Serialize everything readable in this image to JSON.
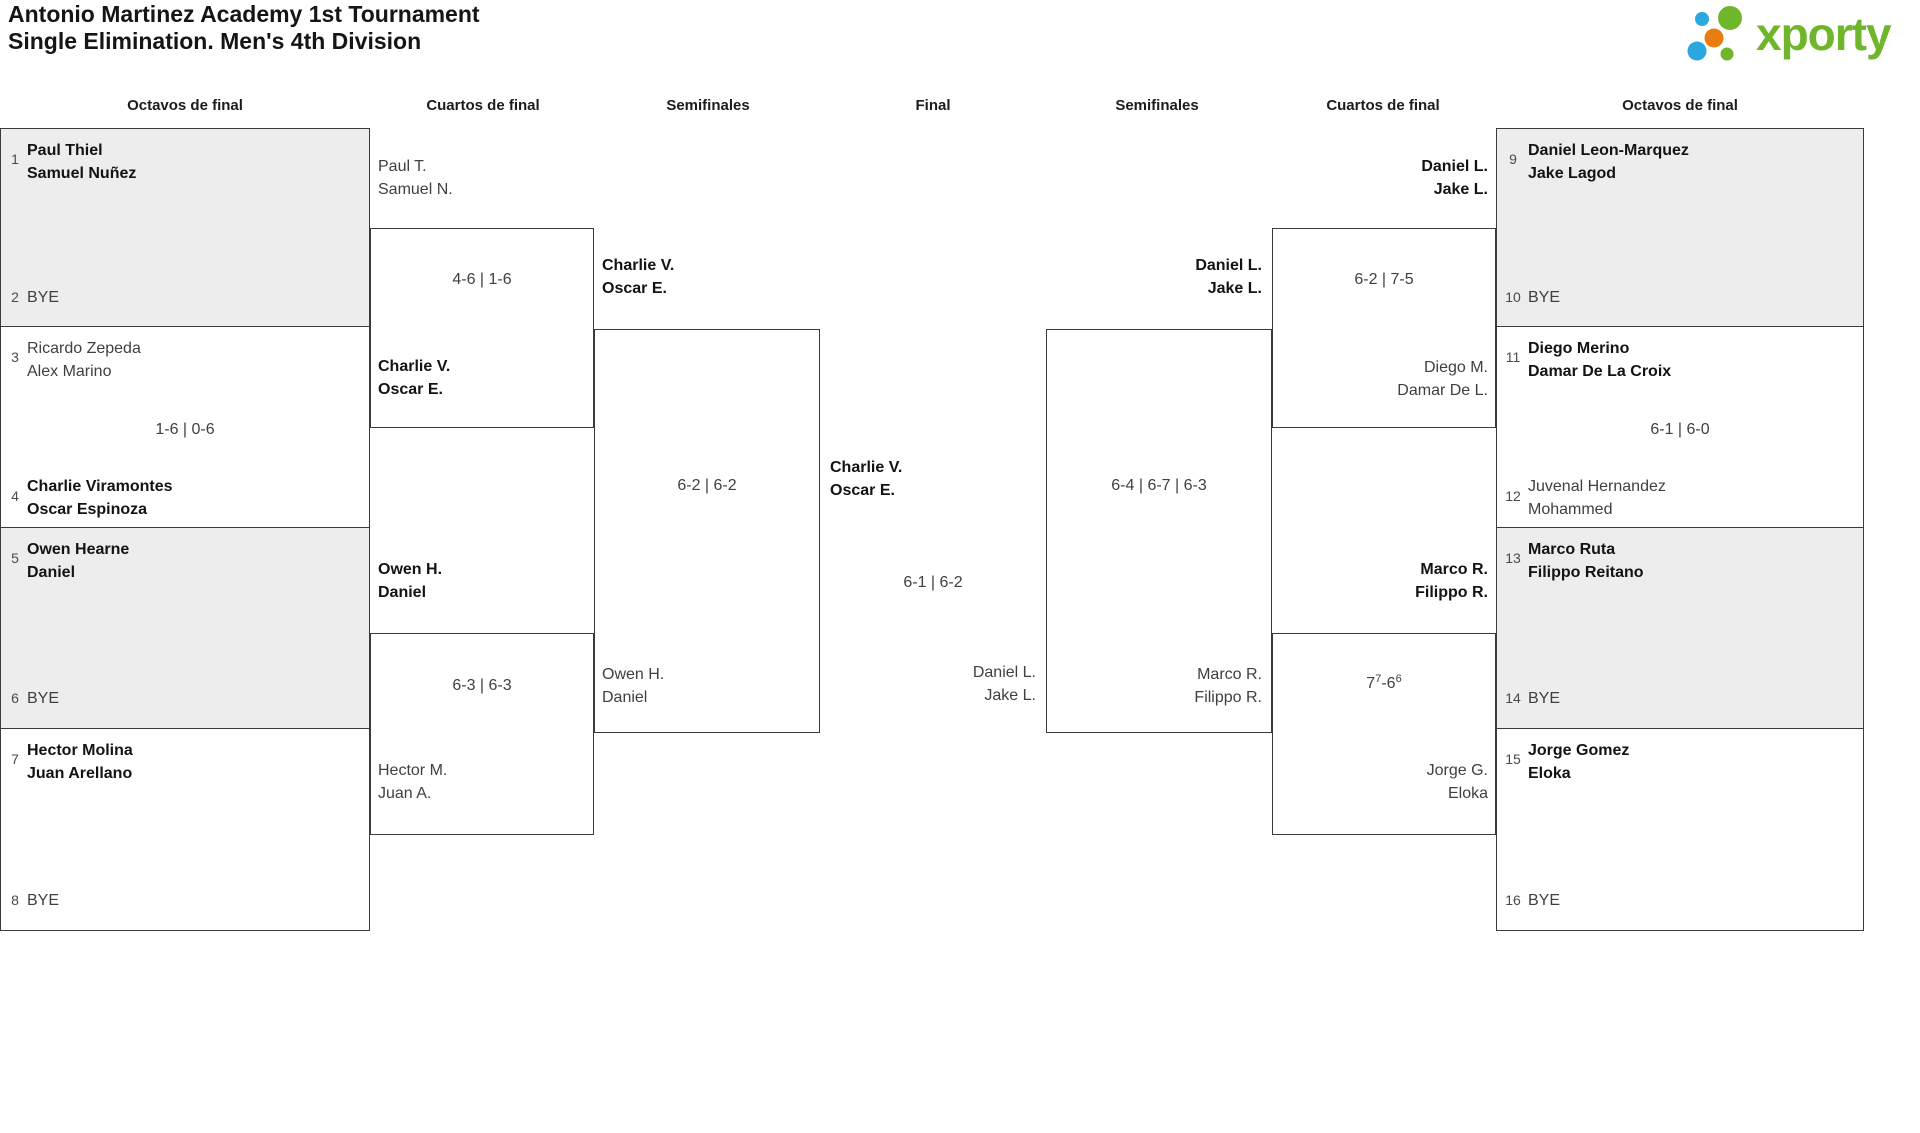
{
  "title": {
    "line1": "Antonio Martinez Academy 1st Tournament",
    "line2": "Single Elimination. Men's 4th Division"
  },
  "logo": {
    "wordmark": "xporty"
  },
  "brand_colors": {
    "green": "#6fb62b",
    "blue": "#2ba7e0",
    "orange": "#e97d10"
  },
  "rounds": [
    "Octavos de final",
    "Cuartos de final",
    "Semifinales",
    "Final",
    "Semifinales",
    "Cuartos de final",
    "Octavos de final"
  ],
  "matches": {
    "o1": {
      "seed_top": "1",
      "top1": "Paul Thiel",
      "top2": "Samuel Nuñez",
      "seed_bottom": "2",
      "bottom1": "BYE"
    },
    "o2": {
      "seed_top": "3",
      "top1": "Ricardo Zepeda",
      "top2": "Alex Marino",
      "score": "1-6 | 0-6",
      "seed_bottom": "4",
      "bottom1": "Charlie Viramontes",
      "bottom2": "Oscar Espinoza"
    },
    "o3": {
      "seed_top": "5",
      "top1": "Owen Hearne",
      "top2": "Daniel",
      "seed_bottom": "6",
      "bottom1": "BYE"
    },
    "o4": {
      "seed_top": "7",
      "top1": "Hector Molina",
      "top2": "Juan Arellano",
      "seed_bottom": "8",
      "bottom1": "BYE"
    },
    "o5": {
      "seed_top": "9",
      "top1": "Daniel Leon-Marquez",
      "top2": "Jake Lagod",
      "seed_bottom": "10",
      "bottom1": "BYE"
    },
    "o6": {
      "seed_top": "11",
      "top1": "Diego Merino",
      "top2": "Damar De La Croix",
      "score": "6-1 | 6-0",
      "seed_bottom": "12",
      "bottom1": "Juvenal Hernandez",
      "bottom2": "Mohammed"
    },
    "o7": {
      "seed_top": "13",
      "top1": "Marco Ruta",
      "top2": "Filippo Reitano",
      "seed_bottom": "14",
      "bottom1": "BYE"
    },
    "o8": {
      "seed_top": "15",
      "top1": "Jorge Gomez",
      "top2": "Eloka",
      "seed_bottom": "16",
      "bottom1": "BYE"
    },
    "qf1": {
      "top1": "Paul T.",
      "top2": "Samuel N.",
      "score": "4-6 | 1-6",
      "bottom1": "Charlie V.",
      "bottom2": "Oscar E."
    },
    "qf2": {
      "top1": "Owen H.",
      "top2": "Daniel",
      "score": "6-3 | 6-3",
      "bottom1": "Hector M.",
      "bottom2": "Juan A."
    },
    "qf3": {
      "top1": "Daniel L.",
      "top2": "Jake L.",
      "score": "6-2 | 7-5",
      "bottom1": "Diego M.",
      "bottom2": "Damar De L."
    },
    "qf4": {
      "top1": "Marco R.",
      "top2": "Filippo R.",
      "score": {
        "main1": "7",
        "sup1": "7",
        "main2": "-6",
        "sup2": "6"
      },
      "bottom1": "Jorge G.",
      "bottom2": "Eloka"
    },
    "sf1": {
      "top1": "Charlie V.",
      "top2": "Oscar E.",
      "score": "6-2 | 6-2",
      "bottom1": "Owen H.",
      "bottom2": "Daniel"
    },
    "sf2": {
      "top1": "Daniel L.",
      "top2": "Jake L.",
      "score": "6-4 | 6-7 | 6-3",
      "bottom1": "Marco R.",
      "bottom2": "Filippo R."
    },
    "final": {
      "winner1": "Charlie V.",
      "winner2": "Oscar E.",
      "score": "6-1 | 6-2",
      "runnerup1": "Daniel L.",
      "runnerup2": "Jake L."
    }
  }
}
